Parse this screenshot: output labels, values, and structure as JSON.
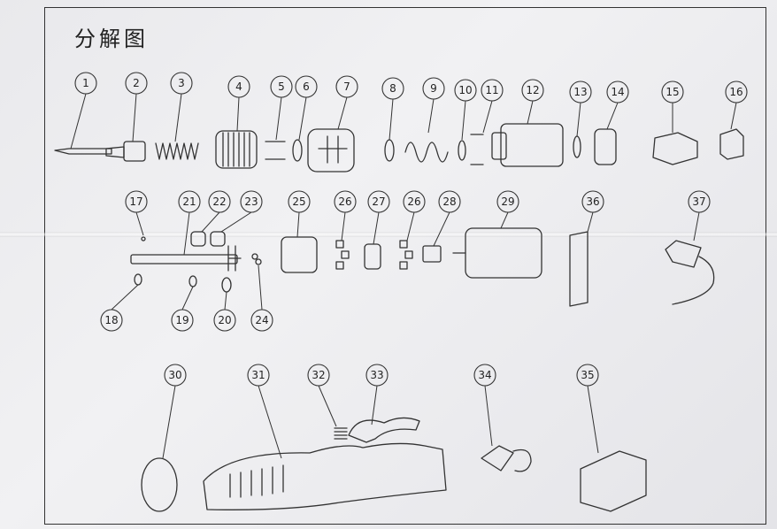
{
  "title": "分解图",
  "callouts": [
    "1",
    "2",
    "3",
    "4",
    "5",
    "6",
    "7",
    "8",
    "9",
    "10",
    "11",
    "12",
    "13",
    "14",
    "15",
    "16",
    "17",
    "21",
    "22",
    "23",
    "25",
    "26",
    "27",
    "26",
    "28",
    "29",
    "36",
    "37",
    "18",
    "19",
    "20",
    "24",
    "30",
    "31",
    "32",
    "33",
    "34",
    "35"
  ]
}
